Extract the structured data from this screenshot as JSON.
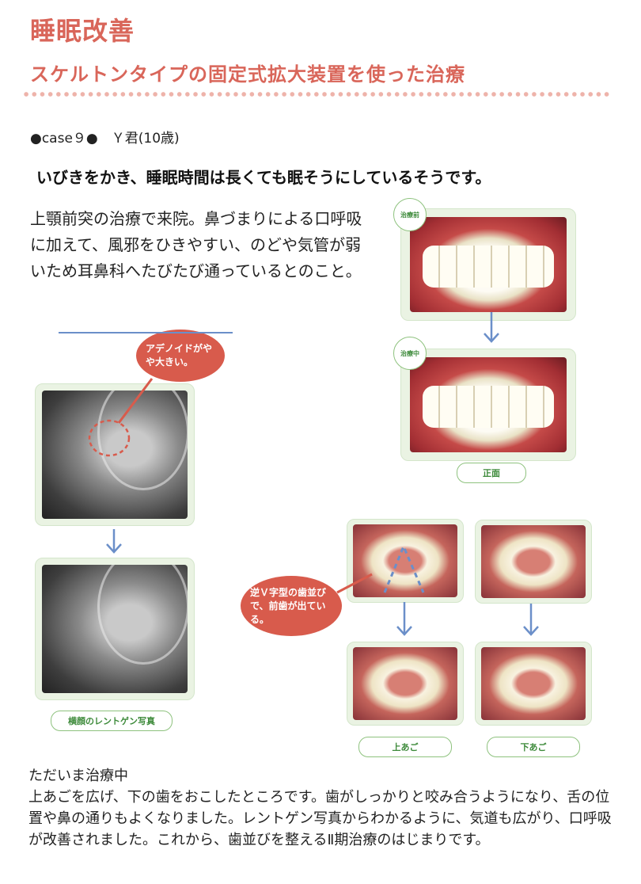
{
  "header": {
    "title": "睡眠改善",
    "subtitle": "スケルトンタイプの固定式拡大装置を使った治療"
  },
  "case_line": "●case９●　Ｙ君(10歳)",
  "lead": "いびきをかき、睡眠時間は長くても眠そうにしているそうです。",
  "intro": "上顎前突の治療で来院。鼻づまりによる口呼吸に加えて、風邪をひきやすい、のどや気管が弱いため耳鼻科へたびたび通っているとのこと。",
  "xray": {
    "bubble": "アデノイドがやや大きい。",
    "caption": "横顔のレントゲン写真"
  },
  "front": {
    "before_badge": "治療前",
    "during_badge": "治療中",
    "caption": "正面"
  },
  "jaws": {
    "bubble": "逆Ｖ字型の歯並びで、前歯が出ている。",
    "upper_caption": "上あご",
    "lower_caption": "下あご"
  },
  "outro": {
    "heading": "ただいま治療中",
    "body": "上あごを広げ、下の歯をおこしたところです。歯がしっかりと咬み合うようになり、舌の位置や鼻の通りもよくなりました。レントゲン写真からわかるように、気道も広がり、口呼吸が改善されました。これから、歯並びを整えるⅡ期治療のはじまりです。"
  },
  "colors": {
    "accent": "#d9665a",
    "dots": "#eeb3aa",
    "frame": "#eaf3e3",
    "arrow": "#6b8fc9",
    "callout": "#d85b4c"
  }
}
